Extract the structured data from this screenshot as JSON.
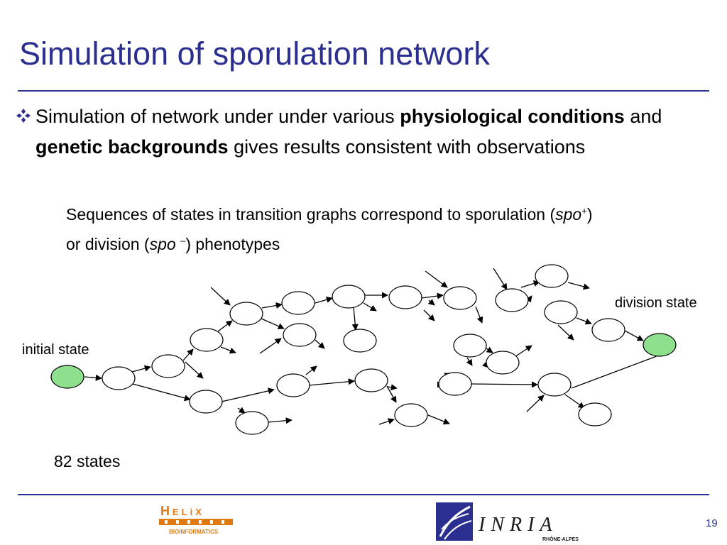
{
  "slide": {
    "title": "Simulation of sporulation network",
    "bullet": {
      "t1": "Simulation of network under under various ",
      "b1": "physiological conditions",
      "t2": " and ",
      "b2": "genetic backgrounds",
      "t3": " gives results consistent with observations"
    },
    "sub": {
      "line1_pre": "Sequences of states in transition graphs correspond to sporulation (",
      "spo": "spo",
      "plus": "+",
      "close": ")",
      "line2_pre": "or division (",
      "minus": "–",
      "line2_post": ") phenotypes"
    },
    "labels": {
      "initial": "initial state",
      "division": "division state",
      "states": "82 states"
    },
    "footer": {
      "helix_title": "HELiX",
      "helix_sub": "BIOINFORMATICS",
      "inria": "INRIA",
      "inria_sub": "RHÔNE-ALPES",
      "page": "19"
    },
    "colors": {
      "title": "#2b2f8f",
      "start_end_node": "#8ee08e",
      "helix": "#e07a10"
    }
  }
}
